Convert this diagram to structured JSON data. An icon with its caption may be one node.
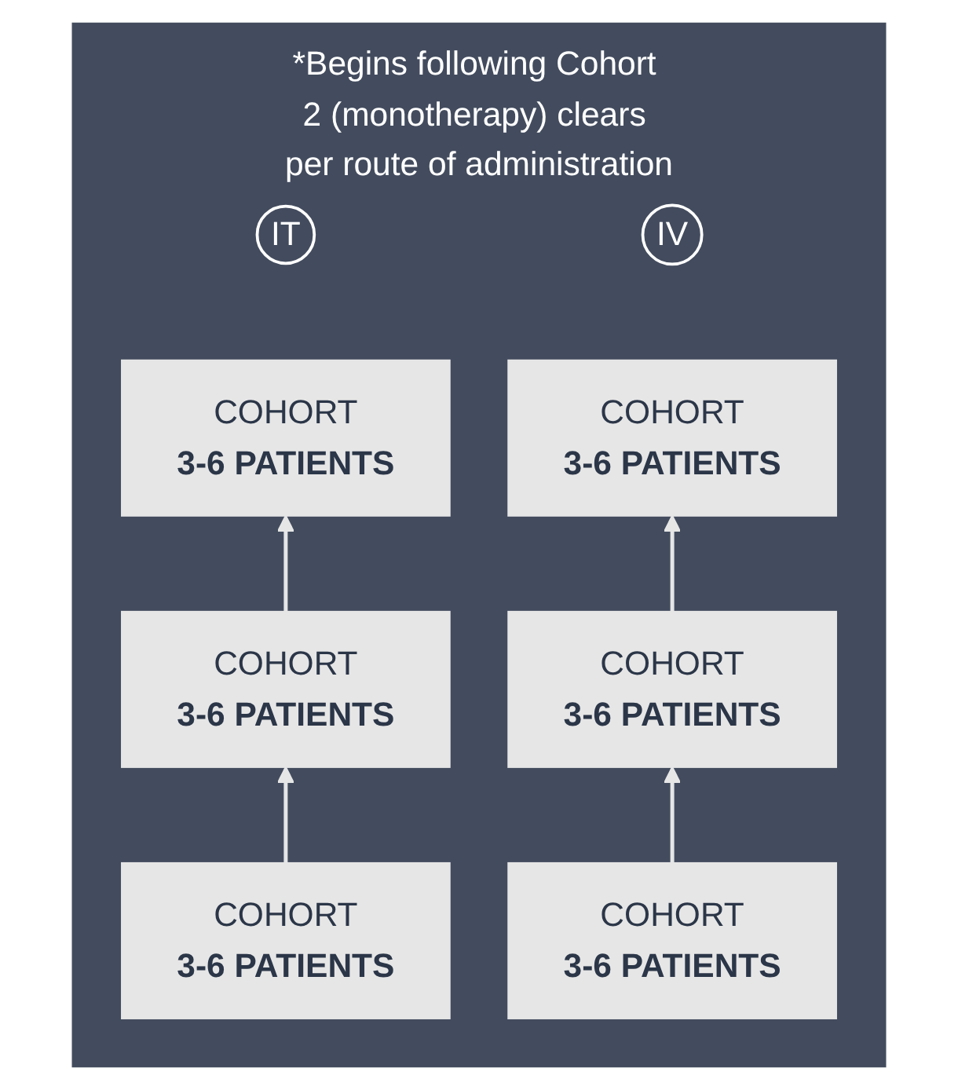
{
  "diagram": {
    "nodes": [
      {
        "text": [
          "*Begins following Cohort 2 (monotherapy) clears per route of administration"
        ]
      },
      {
        "text": [
          "IT"
        ],
        "in": 0
      },
      {
        "text": [
          "IV"
        ],
        "in": 0
      },
      {
        "text": [
          "COHORT",
          "3-6 PATIENTS"
        ],
        "in": 0
      },
      {
        "text": [
          "COHORT",
          "3-6 PATIENTS"
        ],
        "in": 0
      },
      {
        "text": [
          "COHORT",
          "3-6 PATIENTS"
        ],
        "in": 0
      },
      {
        "text": [
          "COHORT",
          "3-6 PATIENTS"
        ],
        "in": 0
      },
      {
        "text": [
          "COHORT",
          "3-6 PATIENTS"
        ],
        "in": 0
      },
      {
        "text": [
          "COHORT",
          "3-6 PATIENTS"
        ],
        "in": 0
      }
    ],
    "edges": [
      {
        "from": 7,
        "to": 5,
        "arrow": "to"
      },
      {
        "from": 5,
        "to": 3,
        "arrow": "to"
      },
      {
        "from": 8,
        "to": 6,
        "arrow": "to"
      },
      {
        "from": 6,
        "to": 4,
        "arrow": "to"
      }
    ]
  }
}
